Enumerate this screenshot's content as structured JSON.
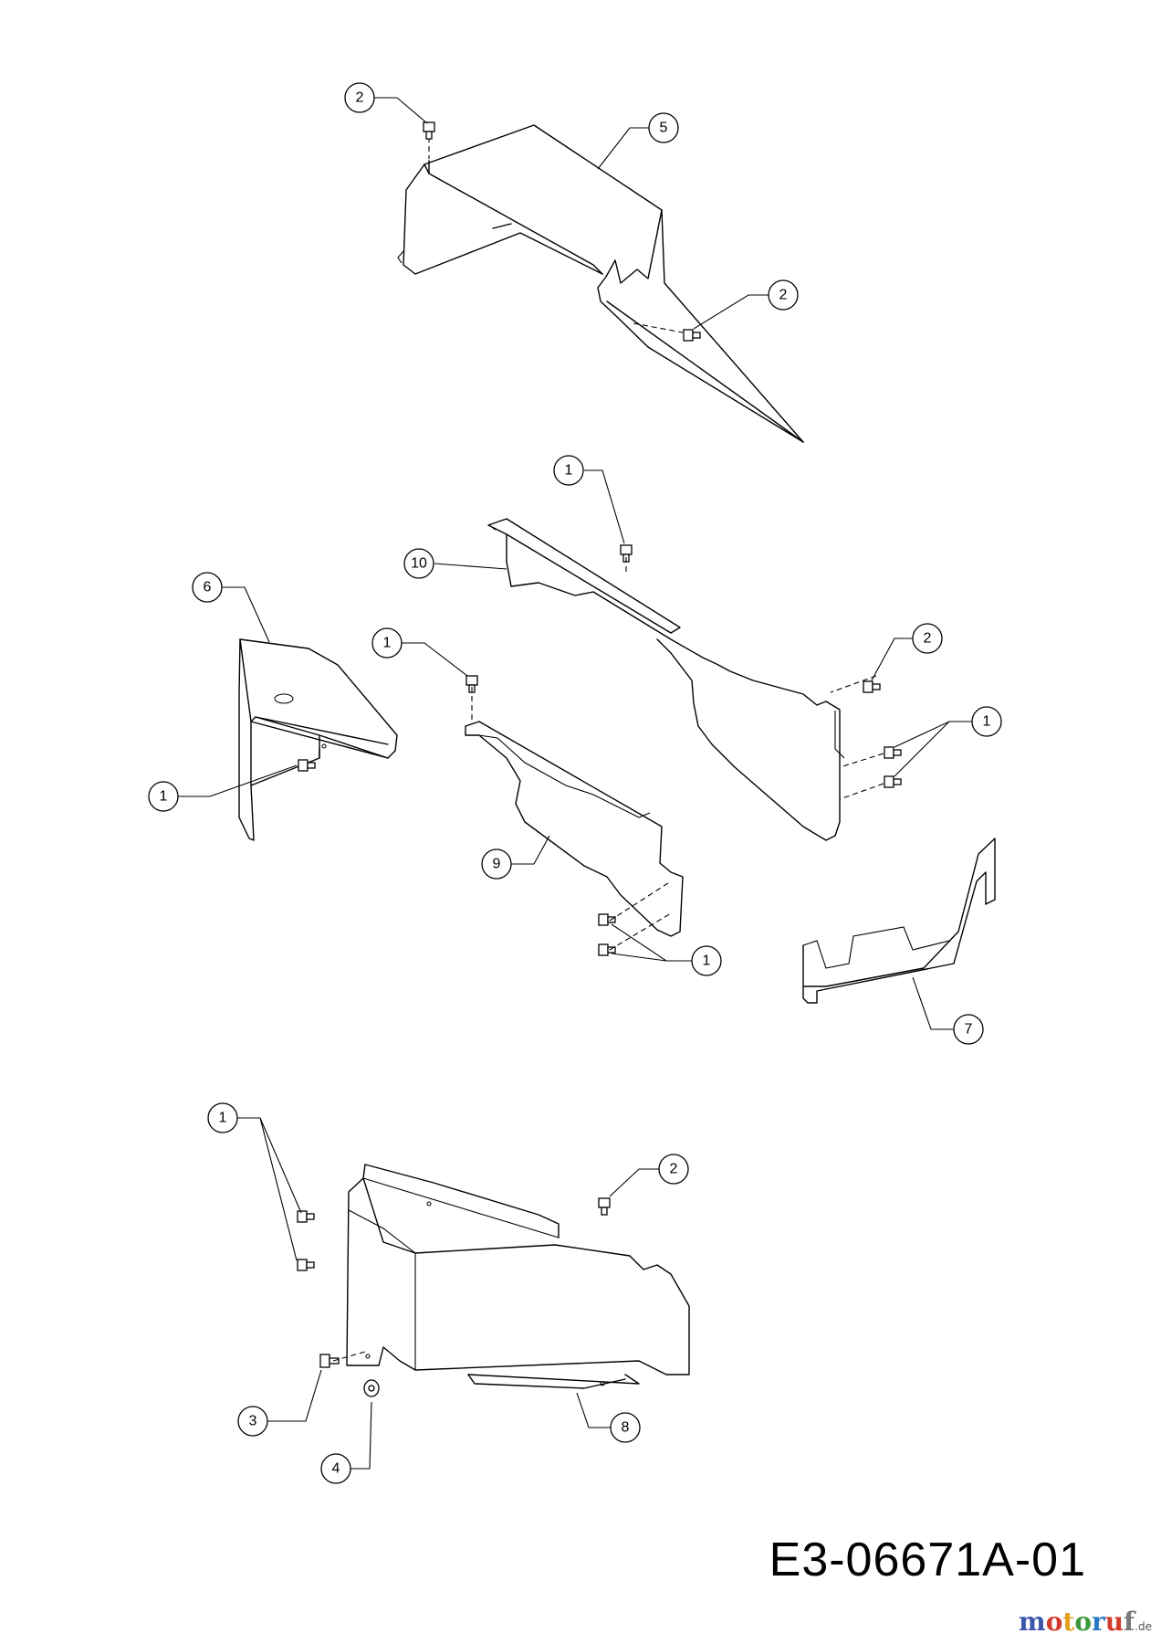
{
  "drawing_number": "E3-06671A-01",
  "watermark": {
    "text": "motoruf",
    "domain": ".de"
  },
  "callouts": [
    "1",
    "2",
    "3",
    "4",
    "5",
    "6",
    "7",
    "8",
    "9",
    "10"
  ],
  "parts": [
    {
      "number": "1",
      "kind": "bolt"
    },
    {
      "number": "2",
      "kind": "bolt"
    },
    {
      "number": "3",
      "kind": "bolt"
    },
    {
      "number": "4",
      "kind": "nut"
    },
    {
      "number": "5",
      "kind": "cover"
    },
    {
      "number": "6",
      "kind": "shield"
    },
    {
      "number": "7",
      "kind": "bracket"
    },
    {
      "number": "8",
      "kind": "cover"
    },
    {
      "number": "9",
      "kind": "panel"
    },
    {
      "number": "10",
      "kind": "panel"
    }
  ]
}
